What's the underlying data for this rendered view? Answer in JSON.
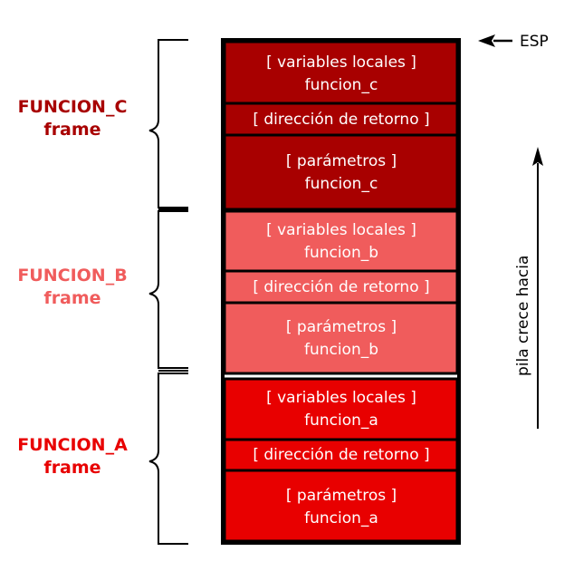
{
  "colors": {
    "frame_c": "#a80000",
    "frame_b": "#f05c5c",
    "frame_a": "#e80000",
    "label_c": "#a80000",
    "label_b": "#f05c5c",
    "label_a": "#e80000",
    "border": "#000000"
  },
  "esp_label": "ESP",
  "growth_label": "pila crece hacia",
  "frames": [
    {
      "id": "c",
      "label_line1": "FUNCION_C",
      "label_line2": "frame",
      "locals_line1": "[ variables locales ]",
      "locals_line2": "funcion_c",
      "ret": "[ dirección de retorno ]",
      "params_line1": "[ parámetros ]",
      "params_line2": "funcion_c"
    },
    {
      "id": "b",
      "label_line1": "FUNCION_B",
      "label_line2": "frame",
      "locals_line1": "[ variables locales ]",
      "locals_line2": "funcion_b",
      "ret": "[ dirección de retorno ]",
      "params_line1": "[ parámetros ]",
      "params_line2": "funcion_b"
    },
    {
      "id": "a",
      "label_line1": "FUNCION_A",
      "label_line2": "frame",
      "locals_line1": "[ variables locales ]",
      "locals_line2": "funcion_a",
      "ret": "[ dirección de retorno ]",
      "params_line1": "[ parámetros ]",
      "params_line2": "funcion_a"
    }
  ]
}
